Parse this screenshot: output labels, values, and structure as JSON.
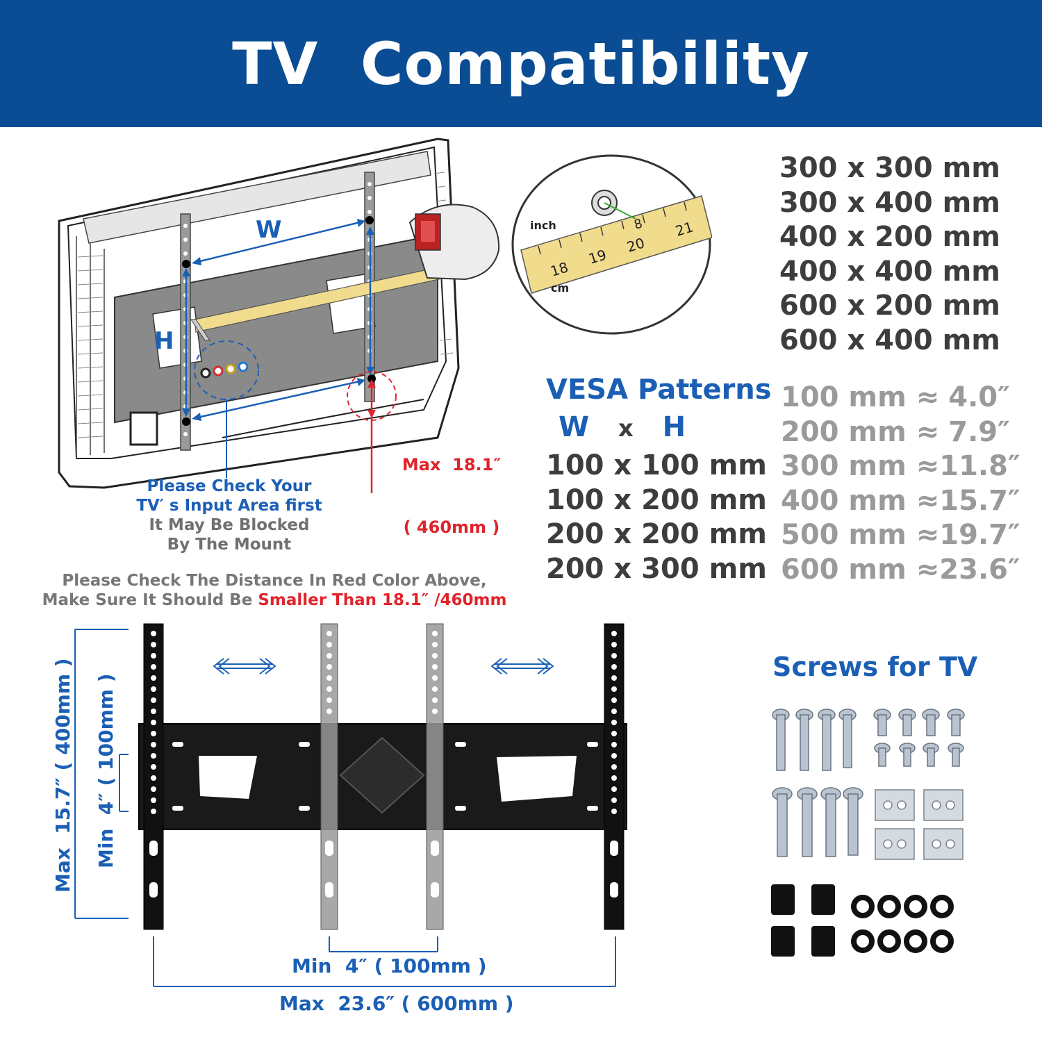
{
  "header": {
    "title": "TV  Compatibility"
  },
  "tv_diagram": {
    "w_label": "W",
    "h_label": "H",
    "tape_inch": "inch",
    "tape_cm": "cm",
    "max_line1": "Max  18.1″",
    "max_line2": "( 460mm )"
  },
  "input_note": {
    "line1": "Please Check Your",
    "line2": "TV′ s Input Area first",
    "line3": "It May Be Blocked",
    "line4": "By The Mount"
  },
  "distance_note": {
    "line1": "Please Check The Distance In Red Color Above,",
    "line2_prefix": "Make Sure It Should Be ",
    "line2_red": "Smaller Than 18.1″ /460mm"
  },
  "patterns_large": [
    "300 x 300 mm",
    "300 x 400 mm",
    "400 x 200 mm",
    "400 x 400 mm",
    "600 x 200 mm",
    "600 x 400 mm"
  ],
  "vesa": {
    "title": "VESA Patterns",
    "w": "W",
    "x": "x",
    "h": "H",
    "patterns": [
      "100 x 100 mm",
      "100 x 200 mm",
      "200 x 200 mm",
      "200 x 300 mm"
    ]
  },
  "conversions": [
    {
      "mm": "100 mm ≈",
      "inch": "4.0″"
    },
    {
      "mm": "200 mm ≈",
      "inch": "7.9″"
    },
    {
      "mm": "300 mm ≈",
      "inch": "11.8″"
    },
    {
      "mm": "400 mm ≈",
      "inch": "15.7″"
    },
    {
      "mm": "500 mm ≈",
      "inch": "19.7″"
    },
    {
      "mm": "600 mm ≈",
      "inch": "23.6″"
    }
  ],
  "mount_dims": {
    "vert_max": "Max  15.7″ ( 400mm )",
    "vert_min": "Min  4″ ( 100mm )",
    "horiz_min": "Min  4″ ( 100mm )",
    "horiz_max": "Max  23.6″ ( 600mm )"
  },
  "screws": {
    "title": "Screws for TV"
  },
  "colors": {
    "brand_blue": "#0a4d94",
    "accent_blue": "#1b5fb5",
    "warning_red": "#e0242c"
  }
}
